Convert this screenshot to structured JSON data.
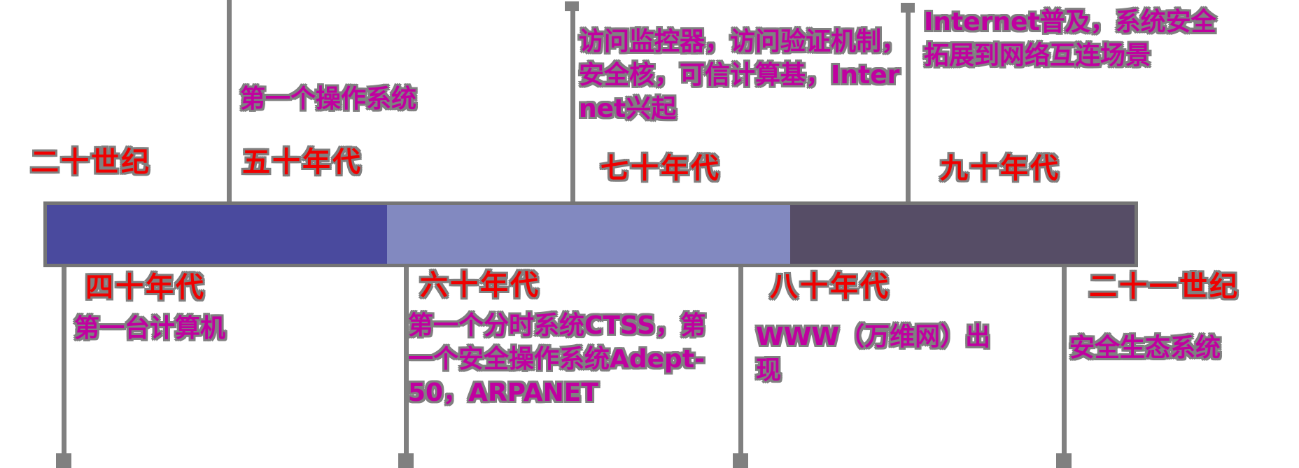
{
  "background_color": "#ffffff",
  "colors": {
    "era_label": "#f00000",
    "description": "#c000a0",
    "line": "#808080",
    "text_outline": "#808080",
    "segment_1": "#4a4a9e",
    "segment_2": "#8289c0",
    "segment_3": "#564d66"
  },
  "timeline": {
    "eras_above": [
      {
        "label": "二十世纪"
      },
      {
        "label": "五十年代",
        "description": "第一个操作系统"
      },
      {
        "label": "七十年代",
        "description": "访问监控器，访问验证机制，安全核，可信计算基，Internet兴起"
      },
      {
        "label": "九十年代",
        "description": "Internet普及，系统安全拓展到网络互连场景"
      }
    ],
    "eras_below": [
      {
        "label": "四十年代",
        "description": "第一台计算机"
      },
      {
        "label": "六十年代",
        "description": "第一个分时系统CTSS，第一个安全操作系统Adept-50，ARPANET"
      },
      {
        "label": "八十年代",
        "description": "WWW（万维网）出现"
      },
      {
        "label": "二十一世纪",
        "description": "安全生态系统"
      }
    ]
  }
}
